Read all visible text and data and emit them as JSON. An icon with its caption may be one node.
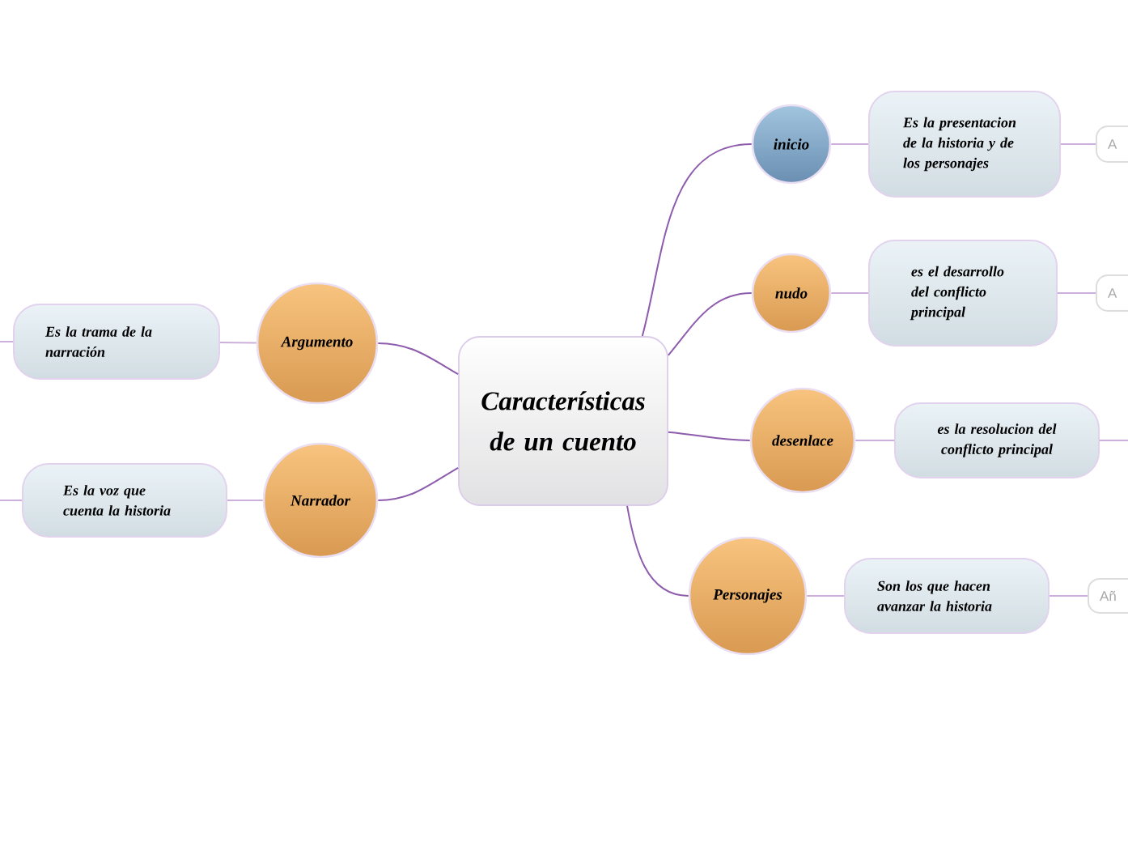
{
  "diagram": {
    "nodes": [
      {
        "text": [
          "Características de un cuento"
        ]
      },
      {
        "text": [
          "Argumento"
        ]
      },
      {
        "text": [
          "Es la trama de la narración"
        ]
      },
      {
        "text": [
          "Narrador"
        ]
      },
      {
        "text": [
          "Es la voz que cuenta la historia"
        ]
      },
      {
        "text": [
          "inicio"
        ]
      },
      {
        "text": [
          "Es la presentacion de la historia y de los personajes"
        ]
      },
      {
        "text": [
          "A"
        ]
      },
      {
        "text": [
          "nudo"
        ]
      },
      {
        "text": [
          "es el desarrollo del conflicto principal"
        ]
      },
      {
        "text": [
          "A"
        ]
      },
      {
        "text": [
          "desenlace"
        ]
      },
      {
        "text": [
          "es la resolucion del conflicto principal"
        ]
      },
      {
        "text": [
          "Personajes"
        ]
      },
      {
        "text": [
          "Son los que hacen avanzar la historia"
        ]
      },
      {
        "text": [
          "Añ"
        ]
      }
    ],
    "edges": [
      {
        "from": 0,
        "to": 1,
        "arrow": "none",
        "color": "#8e5cac"
      },
      {
        "from": 1,
        "to": 2,
        "arrow": "none"
      },
      {
        "from": 2,
        "to": null,
        "arrow": "none"
      },
      {
        "from": 0,
        "to": 3,
        "arrow": "none",
        "color": "#8e5cac"
      },
      {
        "from": 3,
        "to": 4,
        "arrow": "none"
      },
      {
        "from": 4,
        "to": null,
        "arrow": "none"
      },
      {
        "from": 0,
        "to": 5,
        "arrow": "none",
        "color": "#8e5cac"
      },
      {
        "from": 5,
        "to": 6,
        "arrow": "none"
      },
      {
        "from": 6,
        "to": 7,
        "arrow": "none"
      },
      {
        "from": 0,
        "to": 8,
        "arrow": "none",
        "color": "#8e5cac"
      },
      {
        "from": 8,
        "to": 9,
        "arrow": "none"
      },
      {
        "from": 9,
        "to": 10,
        "arrow": "none"
      },
      {
        "from": 0,
        "to": 11,
        "arrow": "none",
        "color": "#8e5cac"
      },
      {
        "from": 11,
        "to": 12,
        "arrow": "none"
      },
      {
        "from": 12,
        "to": null,
        "arrow": "none"
      },
      {
        "from": 0,
        "to": 13,
        "arrow": "none",
        "color": "#8e5cac"
      },
      {
        "from": 13,
        "to": 14,
        "arrow": "none"
      },
      {
        "from": 14,
        "to": 15,
        "arrow": "none"
      }
    ]
  }
}
